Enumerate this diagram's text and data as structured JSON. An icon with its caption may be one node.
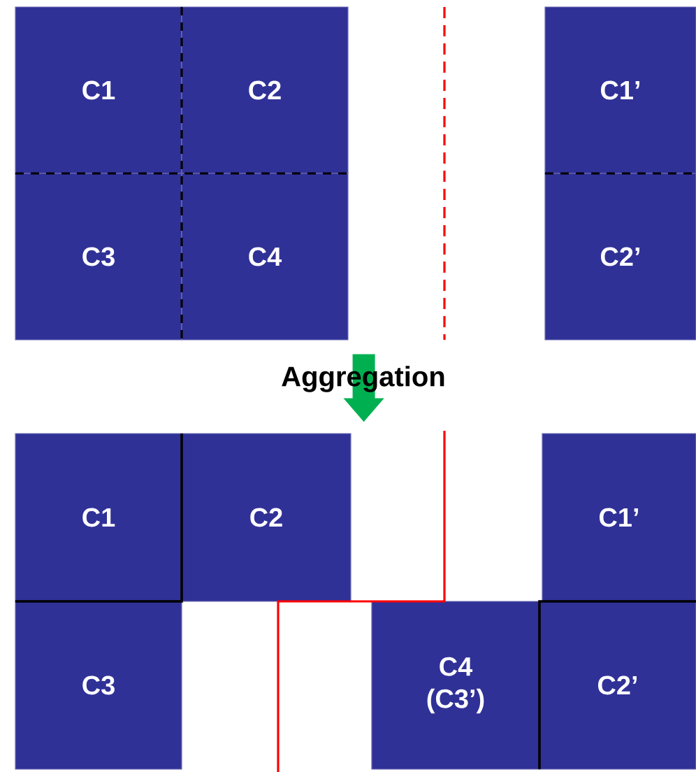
{
  "diagram": {
    "nodes": [
      {
        "text": [
          "C1"
        ]
      },
      {
        "text": [
          "C2"
        ]
      },
      {
        "text": [
          "C3"
        ]
      },
      {
        "text": [
          "C4"
        ]
      },
      {
        "text": [
          "C1’"
        ]
      },
      {
        "text": [
          "C2’"
        ]
      },
      {
        "text": [
          "C1"
        ]
      },
      {
        "text": [
          "C2"
        ]
      },
      {
        "text": [
          "C1’"
        ]
      },
      {
        "text": [
          "C3"
        ]
      },
      {
        "text": [
          "C4 (C3’)"
        ]
      },
      {
        "text": [
          "C2’"
        ]
      }
    ],
    "edges": [
      {
        "from": 3,
        "to": 7,
        "arrow": "to",
        "color": "#00b050"
      }
    ],
    "labels": [
      "Aggregation"
    ]
  }
}
